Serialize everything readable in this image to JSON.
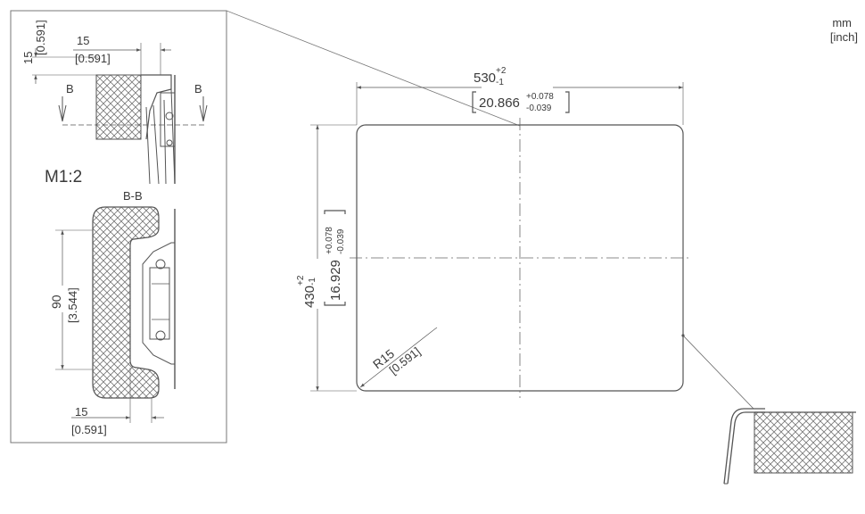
{
  "units": {
    "primary": "mm",
    "secondary": "[inch]"
  },
  "detail": {
    "scale": "M1:2",
    "section_label": "B-B",
    "cut_marker": "B",
    "top_vertical": {
      "value": "15",
      "inch": "[0.591]"
    },
    "top_horizontal": {
      "value": "15",
      "inch": "[0.591]"
    },
    "side_vertical": {
      "value": "90",
      "inch": "[3.544]"
    },
    "bottom_horizontal": {
      "value": "15",
      "inch": "[0.591]"
    }
  },
  "main": {
    "width": {
      "value": "530",
      "tol_upper": "+2",
      "tol_lower": "-1",
      "inch": "20.866",
      "inch_tol_upper": "+0.078",
      "inch_tol_lower": "-0.039"
    },
    "height": {
      "value": "430",
      "tol_upper": "+2",
      "tol_lower": "-1",
      "inch": "16.929",
      "inch_tol_upper": "+0.078",
      "inch_tol_lower": "-0.039"
    },
    "radius": {
      "value": "R15",
      "inch": "[0.591]"
    }
  },
  "colors": {
    "line": "#555555",
    "hatch": "#777777"
  }
}
